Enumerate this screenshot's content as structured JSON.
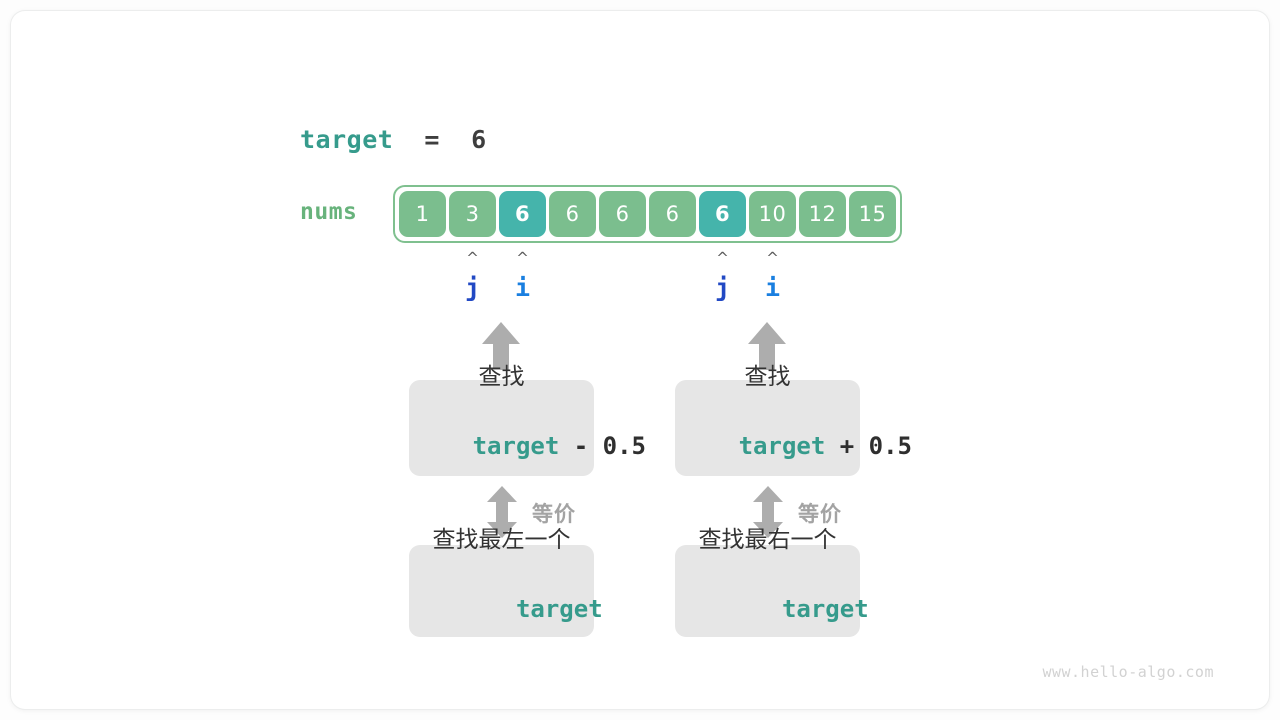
{
  "diagram": {
    "target_line": {
      "keyword": "target",
      "equals": "=",
      "value": "6"
    },
    "array_label": "nums",
    "array": {
      "cells": [
        {
          "value": "1",
          "highlight": false
        },
        {
          "value": "3",
          "highlight": false
        },
        {
          "value": "6",
          "highlight": true
        },
        {
          "value": "6",
          "highlight": false
        },
        {
          "value": "6",
          "highlight": false
        },
        {
          "value": "6",
          "highlight": false
        },
        {
          "value": "6",
          "highlight": true
        },
        {
          "value": "10",
          "highlight": false
        },
        {
          "value": "12",
          "highlight": false
        },
        {
          "value": "15",
          "highlight": false
        }
      ]
    },
    "pointers": [
      {
        "name": "j",
        "caret": "^",
        "cell_index": 1,
        "group": "left"
      },
      {
        "name": "i",
        "caret": "^",
        "cell_index": 2,
        "group": "left"
      },
      {
        "name": "j",
        "caret": "^",
        "cell_index": 6,
        "group": "right"
      },
      {
        "name": "i",
        "caret": "^",
        "cell_index": 7,
        "group": "right"
      }
    ],
    "left_branch": {
      "upper_box": {
        "line1": "查找",
        "keyword": "target",
        "operator": " - 0.5"
      },
      "equiv_label": "等价",
      "lower_box": {
        "line1": "查找最左一个",
        "keyword": "target"
      }
    },
    "right_branch": {
      "upper_box": {
        "line1": "查找",
        "keyword": "target",
        "operator": " + 0.5"
      },
      "equiv_label": "等价",
      "lower_box": {
        "line1": "查找最右一个",
        "keyword": "target"
      }
    },
    "watermark": "www.hello-algo.com",
    "colors": {
      "cell_green": "#7bbe8e",
      "cell_teal": "#45b4ab",
      "border_green": "#7fc08f",
      "keyword_teal": "#369b8c",
      "pointer_j_blue": "#2249c4",
      "pointer_i_blue": "#1a7fe0",
      "arrow_gray": "#adadad",
      "box_gray": "#e6e6e6"
    }
  }
}
